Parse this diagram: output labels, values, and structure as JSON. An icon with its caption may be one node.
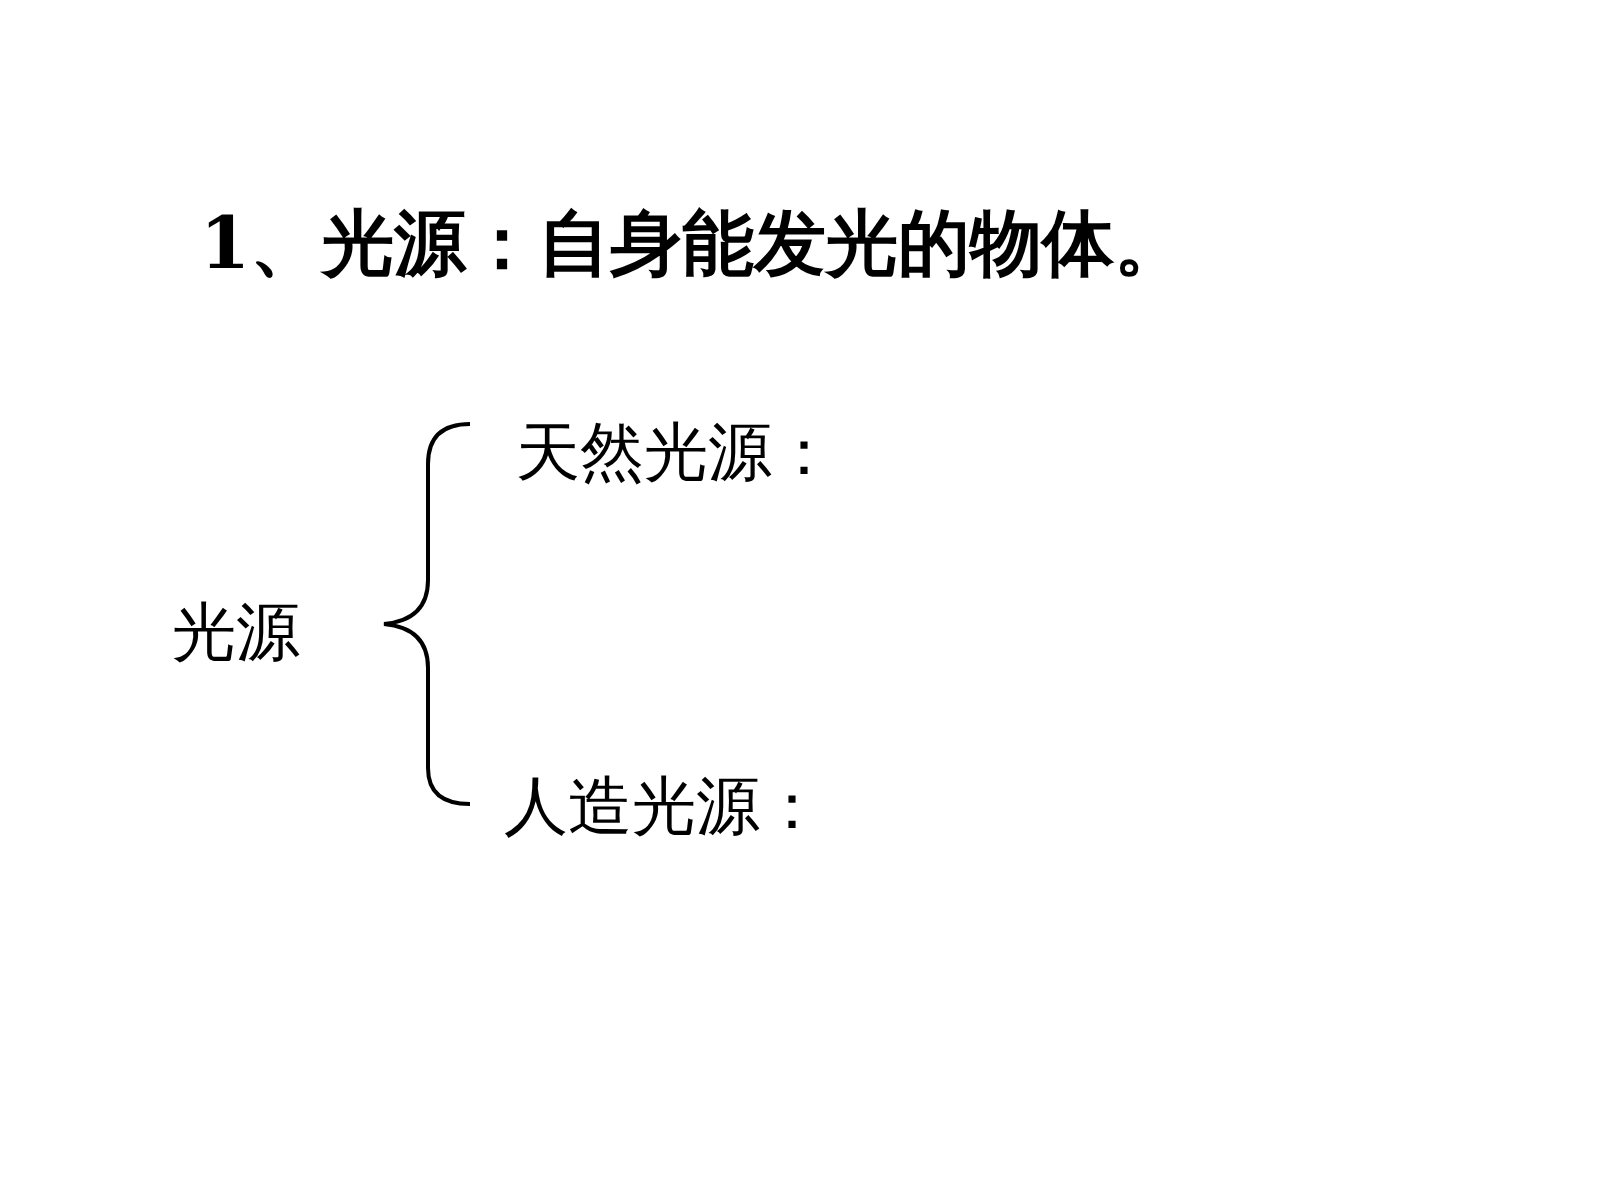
{
  "diagram": {
    "title": "1、光源：自身能发光的物体。",
    "labels": [
      "光源",
      "天然光源：",
      "人造光源："
    ]
  }
}
